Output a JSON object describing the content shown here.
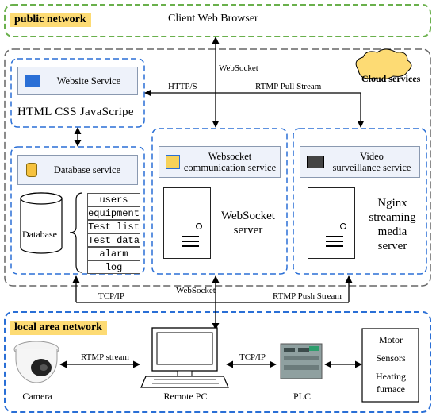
{
  "public_zone": {
    "title": "public network",
    "browser_label": "Client Web Browser"
  },
  "cloud": {
    "badge": "Cloud services",
    "links": {
      "websocket_top": "WebSocket",
      "http": "HTTP/S",
      "rtmp_pull": "RTMP Pull Stream"
    },
    "website_service": {
      "label": "Website Service",
      "tech": "HTML  CSS  JavaScripe"
    },
    "database_service": {
      "label": "Database service",
      "db_label": "Database",
      "tables": [
        "users",
        "equipment",
        "Test list",
        "Test data",
        "alarm",
        "log"
      ]
    },
    "websocket_service": {
      "label_line1": "Websocket",
      "label_line2": "communication service",
      "server_line1": "WebSocket",
      "server_line2": "server"
    },
    "video_service": {
      "label_line1": "Video",
      "label_line2": "surveillance service",
      "server_line1": "Nginx",
      "server_line2": "streaming",
      "server_line3": "media",
      "server_line4": "server"
    }
  },
  "bus": {
    "tcpip": "TCP/IP",
    "websocket": "WebSocket",
    "rtmp_push": "RTMP Push Stream"
  },
  "lan": {
    "title": "local area network",
    "camera": "Camera",
    "rtmp_stream": "RTMP stream",
    "remote_pc": "Remote PC",
    "tcpip": "TCP/IP",
    "plc": "PLC",
    "devices": [
      "Motor",
      "Sensors",
      "Heating",
      "furnace"
    ]
  },
  "colors": {
    "green_dash": "#6ab04c",
    "blue_dash": "#2a6fd6",
    "gray_dash": "#666666",
    "badge": "#fddb74",
    "service_fill": "#eef2fa"
  }
}
